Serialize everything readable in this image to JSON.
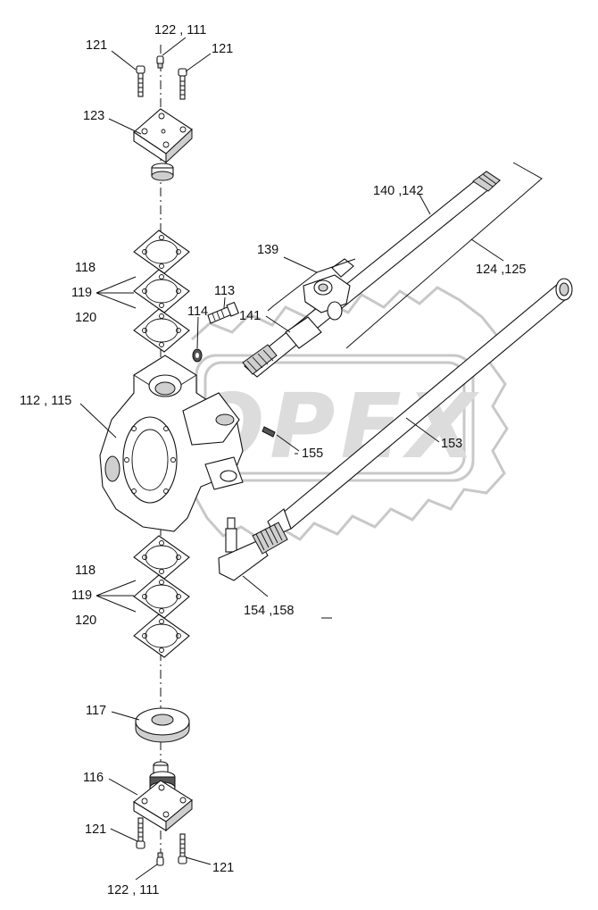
{
  "watermark": {
    "text": "OPEX"
  },
  "callouts": {
    "c121_tl": "121",
    "c122_111_top": "122 , 111",
    "c121_tr": "121",
    "c123": "123",
    "c140_142": "140 ,142",
    "c139": "139",
    "c124_125": "124 ,125",
    "c118_top": "118",
    "c119_top": "119",
    "c120_top": "120",
    "c113": "113",
    "c114": "114",
    "c141": "141",
    "c112_115": "112 , 115",
    "c155": "155",
    "c153": "153",
    "c118_bot": "118",
    "c119_bot": "119",
    "c120_bot": "120",
    "c154_158": "154 ,158",
    "c117": "117",
    "c116": "116",
    "c121_bl": "121",
    "c121_br": "121",
    "c122_111_bot": "122 , 111"
  }
}
